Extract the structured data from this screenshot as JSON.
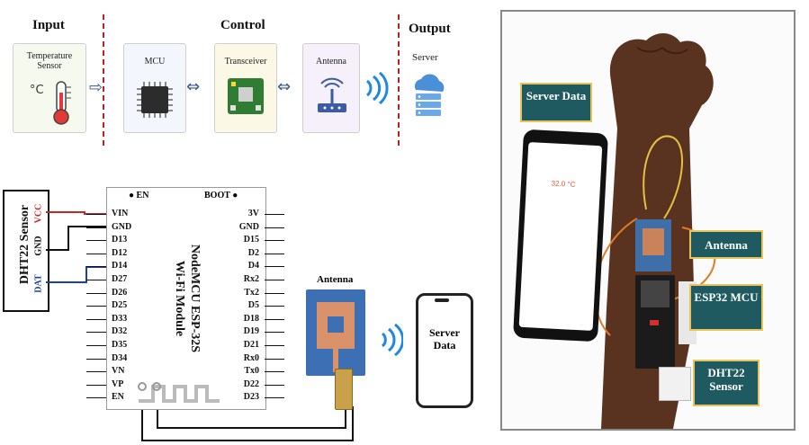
{
  "block": {
    "headers": {
      "input": "Input",
      "control": "Control",
      "output": "Output"
    },
    "boxes": {
      "temp_sensor": "Temperature Sensor",
      "mcu": "MCU",
      "transceiver": "Transceiver",
      "antenna": "Antenna",
      "server": "Server"
    },
    "thermo_unit": "°C"
  },
  "sensor": {
    "title": "DHT22 Sensor",
    "pins": {
      "vcc": "VCC",
      "gnd": "GND",
      "dat": "DAT"
    }
  },
  "module": {
    "title_line1": "NodeMCU ESP-32S",
    "title_line2": "Wi-Fi Module",
    "en_top": "EN",
    "boot": "BOOT",
    "left_pins": [
      "VIN",
      "GND",
      "D13",
      "D12",
      "D14",
      "D27",
      "D26",
      "D25",
      "D33",
      "D32",
      "D35",
      "D34",
      "VN",
      "VP",
      "EN"
    ],
    "right_pins": [
      "3V",
      "GND",
      "D15",
      "D2",
      "D4",
      "Rx2",
      "Tx2",
      "D5",
      "D18",
      "D19",
      "D21",
      "Rx0",
      "Tx0",
      "D22",
      "D23"
    ]
  },
  "schematic": {
    "antenna": "Antenna",
    "phone": "Server Data"
  },
  "photo": {
    "callouts": {
      "server": "Server Data",
      "antenna": "Antenna",
      "mcu": "ESP32 MCU",
      "sensor": "DHT22 Sensor"
    },
    "phone_reading": "32.0 °C"
  },
  "colors": {
    "vcc_wire": "#c62828",
    "dat_wire": "#1a3fa8",
    "gnd_wire": "#111111",
    "divider": "#b22222",
    "callout_bg": "#1f5a60",
    "callout_border": "#e7c35a"
  }
}
